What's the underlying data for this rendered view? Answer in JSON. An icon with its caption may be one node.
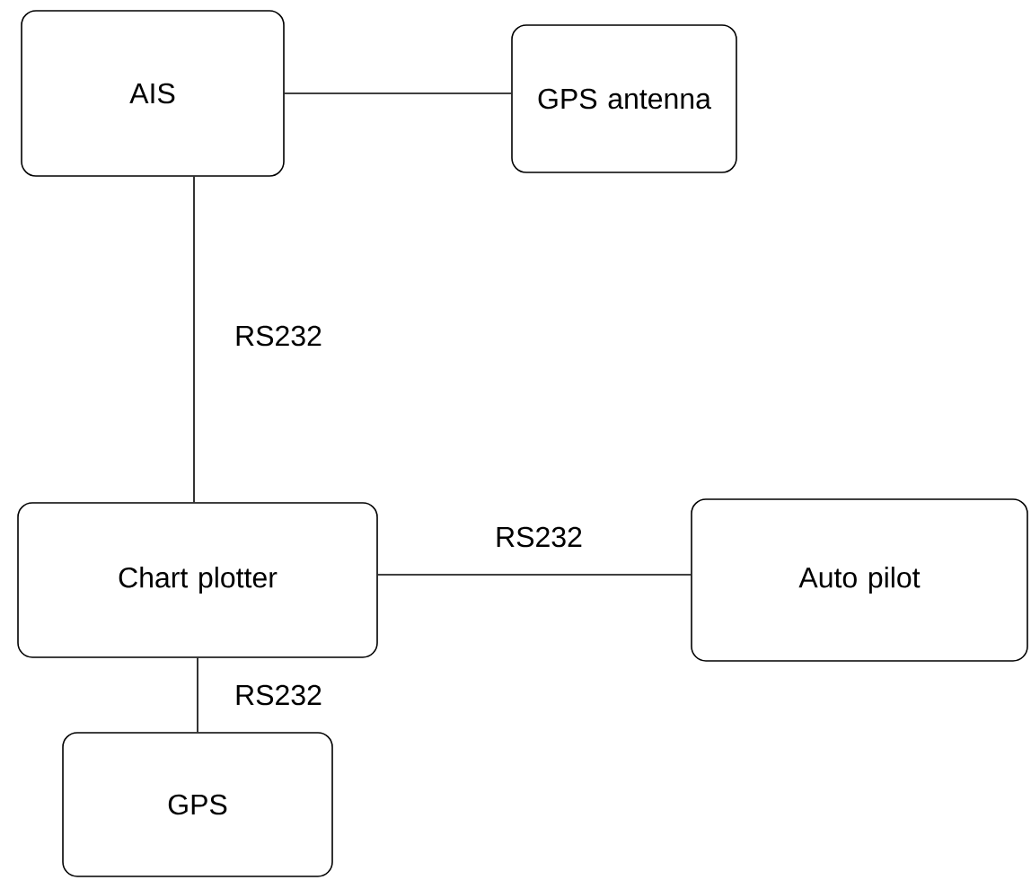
{
  "diagram": {
    "nodes": [
      {
        "text": [
          "AIS"
        ]
      },
      {
        "text": [
          "GPS antenna"
        ]
      },
      {
        "text": [
          "Chart plotter"
        ]
      },
      {
        "text": [
          "Auto pilot"
        ]
      },
      {
        "text": [
          "GPS"
        ]
      }
    ],
    "edges": [
      {
        "from": 0,
        "to": 1,
        "arrow": "none"
      },
      {
        "from": 0,
        "to": 2,
        "arrow": "none",
        "label": "RS232"
      },
      {
        "from": 2,
        "to": 3,
        "arrow": "none",
        "label": "RS232"
      },
      {
        "from": 2,
        "to": 4,
        "arrow": "none",
        "label": "RS232"
      }
    ]
  }
}
